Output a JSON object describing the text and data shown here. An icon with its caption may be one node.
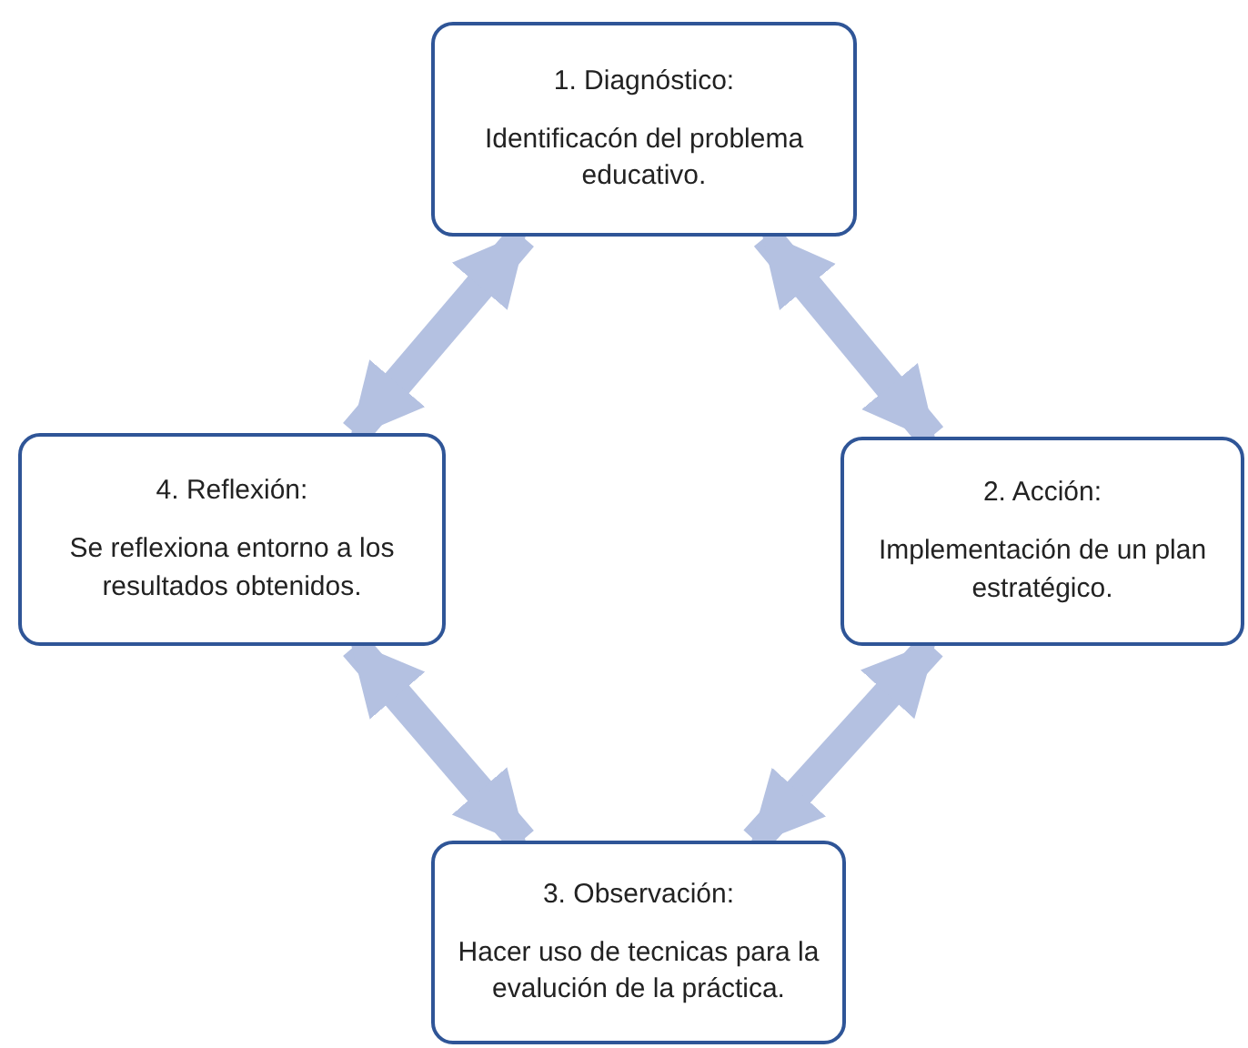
{
  "diagram": {
    "nodes": [
      {
        "text": [
          "1. Diagnóstico:",
          "Identificacón del problema educativo."
        ]
      },
      {
        "text": [
          "2. Acción:",
          "Implementación de un plan estratégico."
        ]
      },
      {
        "text": [
          "3. Observación:",
          "Hacer uso de tecnicas para la evalución de la práctica."
        ]
      },
      {
        "text": [
          "4. Reflexión:",
          "Se reflexiona entorno a los resultados obtenidos."
        ]
      }
    ],
    "edges": [
      {
        "from": 0,
        "to": 1,
        "arrow": "both"
      },
      {
        "from": 1,
        "to": 2,
        "arrow": "both"
      },
      {
        "from": 2,
        "to": 3,
        "arrow": "both"
      },
      {
        "from": 3,
        "to": 0,
        "arrow": "both"
      }
    ]
  }
}
